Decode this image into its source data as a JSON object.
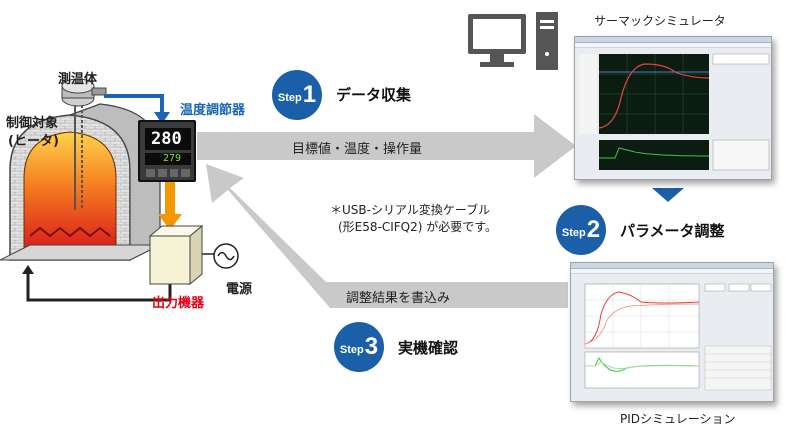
{
  "labels": {
    "sensor": "測温体",
    "controller": "温度調節器",
    "target": "制御対象",
    "target_sub": "(ヒータ)",
    "output_device": "出力機器",
    "power": "電源",
    "display_pv": "280",
    "display_sv": "279"
  },
  "arrows": {
    "collect_values": "目標値・温度・操作量",
    "write_result": "調整結果を書込み"
  },
  "note": {
    "line1": "＊USB-シリアル変換ケーブル",
    "line2": "(形E58-CIFQ2) が必要です。"
  },
  "steps": [
    {
      "word": "Step",
      "num": "1",
      "title": "データ収集"
    },
    {
      "word": "Step",
      "num": "2",
      "title": "パラメータ調整"
    },
    {
      "word": "Step",
      "num": "3",
      "title": "実機確認"
    }
  ],
  "screens": {
    "thermal_sim": "サーマックシミュレータ",
    "pid_sim": "PIDシミュレーション"
  },
  "colors": {
    "step_blue": "#1a5fa8",
    "arrow_gray": "#c8c8c8",
    "signal_blue": "#1a65b5",
    "output_orange": "#f39800",
    "label_red": "#e60012"
  }
}
